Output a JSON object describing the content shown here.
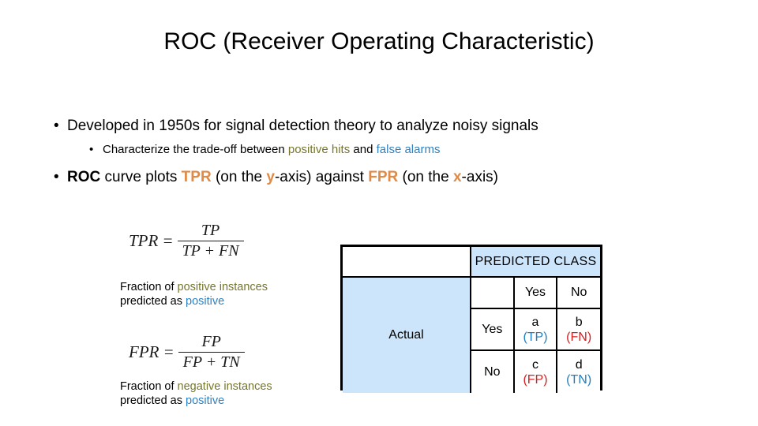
{
  "slide": {
    "title": "ROC (Receiver Operating Characteristic)",
    "background_color": "#ffffff"
  },
  "colors": {
    "olive": "#76762e",
    "blue": "#2e81c3",
    "orange": "#e08a45",
    "table_blue_fill": "#cce5fa",
    "tp_tn_text": "#1f7fbf",
    "fp_fn_text": "#d62020",
    "text": "#000000"
  },
  "bullets": {
    "marker": "•",
    "line1": {
      "part1": "Developed in 1950s for signal detection theory to analyze noisy signals"
    },
    "line2": {
      "part1": "Characterize the trade-off between ",
      "highlight1": "positive hits",
      "part2": " and ",
      "highlight2": "false alarms"
    },
    "line3": {
      "part1": "ROC",
      "part2": " curve plots ",
      "part3": "TPR",
      "part4": " (on the ",
      "part5": "y",
      "part6": "-axis) against ",
      "part7": "FPR",
      "part8": " (on the ",
      "part9": "x",
      "part10": "-axis)"
    }
  },
  "formulas": {
    "tpr": {
      "lhs": "TPR",
      "equals": "=",
      "numerator": "TP",
      "denominator": "TP + FN"
    },
    "fpr": {
      "lhs": "FPR",
      "equals": "=",
      "numerator": "FP",
      "denominator": "FP + TN"
    }
  },
  "captions": {
    "tpr": {
      "line1_plain": "Fraction of ",
      "line1_highlight": "positive instances",
      "line2_plain": "predicted as ",
      "line2_highlight": "positive"
    },
    "fpr": {
      "line1_plain": "Fraction of ",
      "line1_highlight": "negative instances",
      "line2_plain": "predicted as ",
      "line2_highlight": "positive"
    }
  },
  "matrix": {
    "predicted_header": "PREDICTED CLASS",
    "actual_header": "Actual",
    "col_labels": [
      "Yes",
      "No"
    ],
    "row_labels": [
      "Yes",
      "No"
    ],
    "cells": {
      "r1c1_letter": "a",
      "r1c1_sub": "(TP)",
      "r1c2_letter": "b",
      "r1c2_sub": "(FN)",
      "r2c1_letter": "c",
      "r2c1_sub": "(FP)",
      "r2c2_letter": "d",
      "r2c2_sub": "(TN)"
    }
  }
}
